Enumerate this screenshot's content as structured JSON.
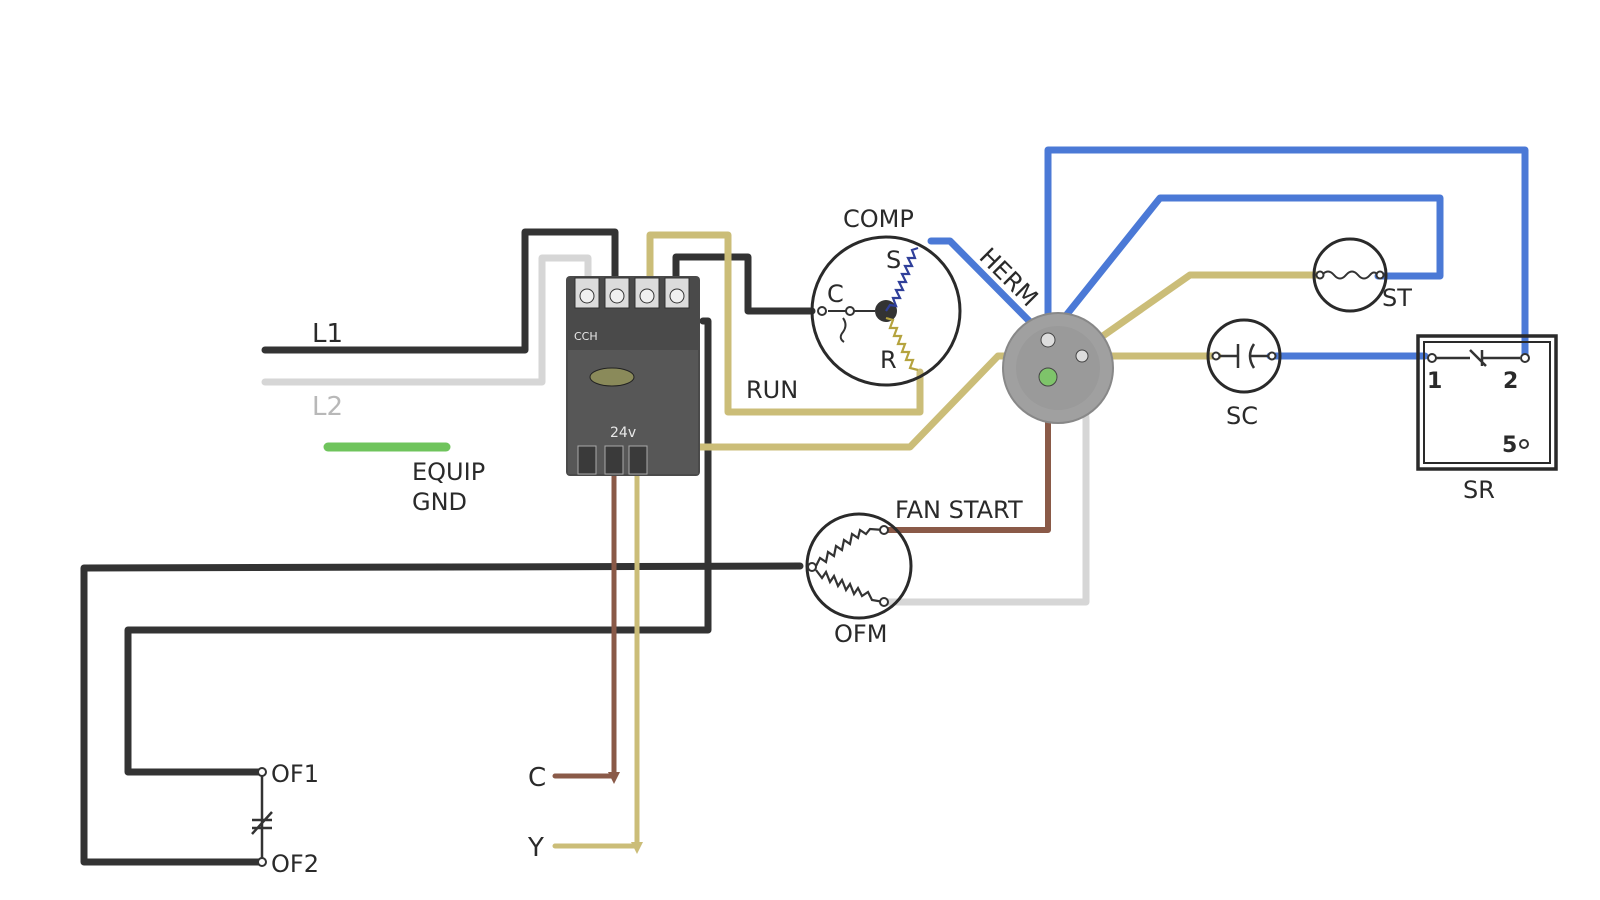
{
  "labels": {
    "l1": "L1",
    "l2": "L2",
    "equip": "EQUIP",
    "gnd": "GND",
    "cch": "CCH",
    "v24": "24v",
    "comp": "COMP",
    "c": "C",
    "s": "S",
    "r": "R",
    "run": "RUN",
    "herm": "HERM",
    "st": "ST",
    "sc": "SC",
    "sr": "SR",
    "sr_1": "1",
    "sr_2": "2",
    "sr_5": "5",
    "fan_start": "FAN START",
    "ofm": "OFM",
    "of1": "OF1",
    "of2": "OF2",
    "thermostat_c": "C",
    "thermostat_y": "Y"
  },
  "colors": {
    "line1_wire": "#333333",
    "line2_wire": "#d6d6d6",
    "ground_wire": "#6fc45c",
    "run_wire": "#cbbd78",
    "start_wire": "#4b79d6",
    "fan_wire": "#8a5a48",
    "contactor_body": "#4a4a4a",
    "capacitor_body": "#a0a0a0"
  }
}
